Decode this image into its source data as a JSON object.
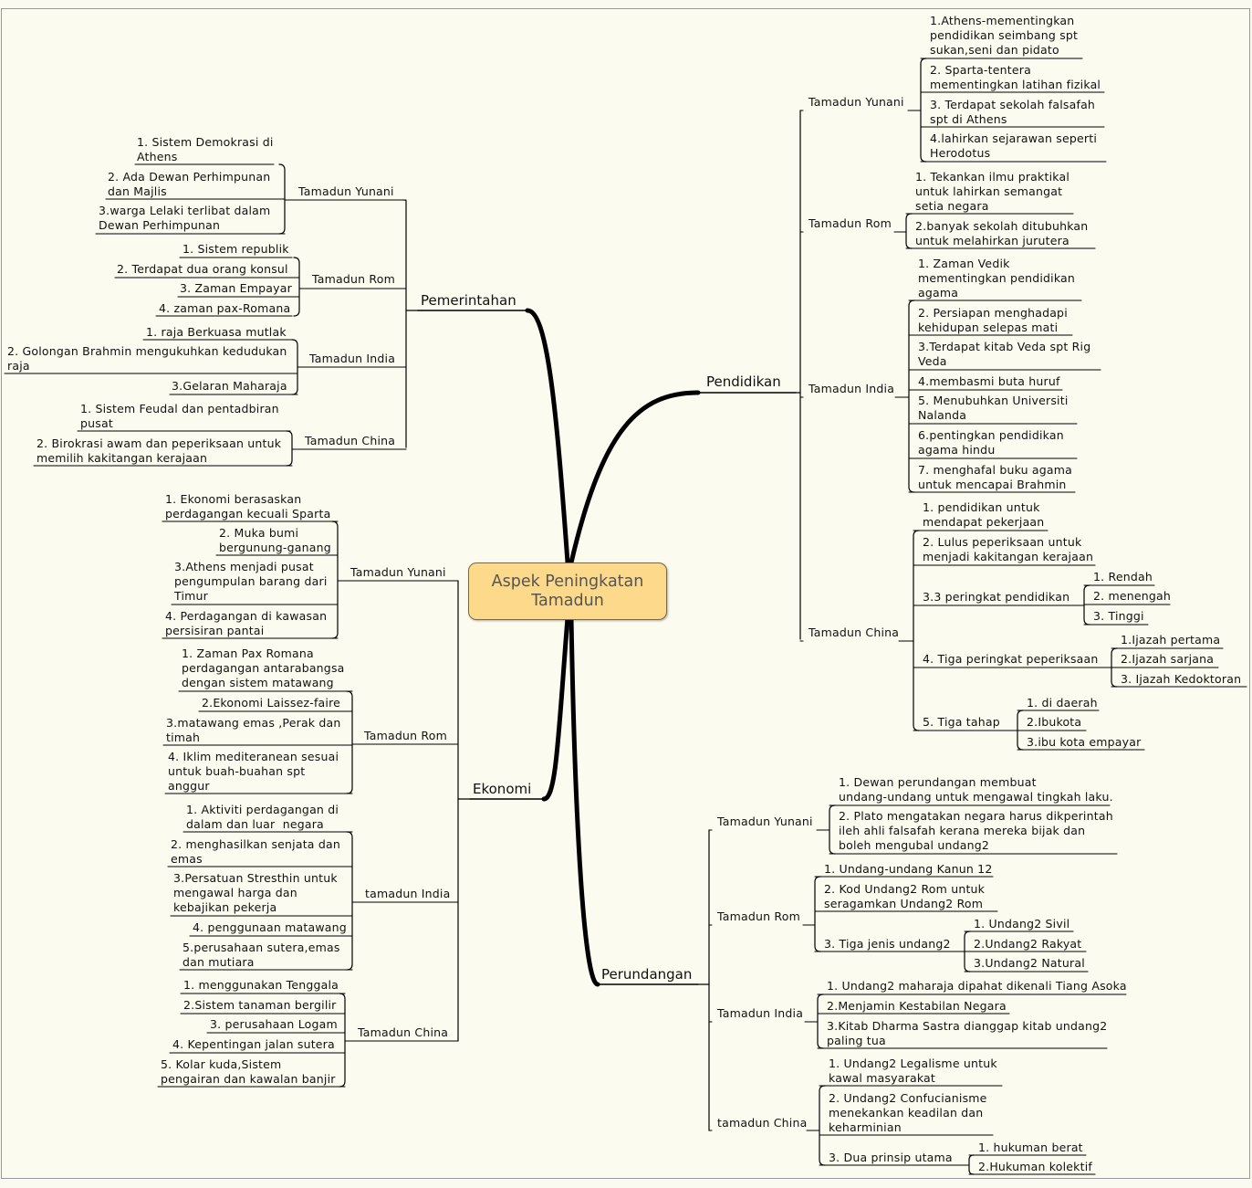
{
  "center": "Aspek Peningkatan\nTamadun",
  "branches": {
    "pemerintahan": "Pemerintahan",
    "ekonomi": "Ekonomi",
    "pendidikan": "Pendidikan",
    "perundangan": "Perundangan"
  },
  "pemerintahan": {
    "yunani": {
      "label": "Tamadun Yunani",
      "items": [
        "1. Sistem Demokrasi di\nAthens",
        "2. Ada Dewan Perhimpunan\ndan Majlis",
        "3.warga Lelaki terlibat dalam\nDewan Perhimpunan"
      ]
    },
    "rom": {
      "label": "Tamadun Rom",
      "items": [
        "1. Sistem republik",
        "2. Terdapat dua orang konsul",
        "3. Zaman Empayar",
        "4. zaman pax-Romana"
      ]
    },
    "india": {
      "label": "Tamadun India",
      "items": [
        "1. raja Berkuasa mutlak",
        "2. Golongan Brahmin mengukuhkan kedudukan\nraja",
        "3.Gelaran Maharaja"
      ]
    },
    "china": {
      "label": "Tamadun China",
      "items": [
        "1. Sistem Feudal dan pentadbiran\npusat",
        "2. Birokrasi awam dan peperiksaan untuk\nmemilih kakitangan kerajaan"
      ]
    }
  },
  "ekonomi": {
    "yunani": {
      "label": "Tamadun Yunani",
      "items": [
        "1. Ekonomi berasaskan\nperdagangan kecuali Sparta",
        "2. Muka bumi\nbergunung-ganang",
        "3.Athens menjadi pusat\npengumpulan barang dari\nTimur",
        "4. Perdagangan di kawasan\npersisiran pantai"
      ]
    },
    "rom": {
      "label": "Tamadun Rom",
      "items": [
        "1. Zaman Pax Romana\nperdagangan antarabangsa\ndengan sistem matawang",
        "2.Ekonomi Laissez-faire",
        "3.matawang emas ,Perak dan\ntimah",
        "4. Iklim mediteranean sesuai\nuntuk buah-buahan spt\nanggur"
      ]
    },
    "india": {
      "label": "tamadun India",
      "items": [
        "1. Aktiviti perdagangan di\ndalam dan luar  negara",
        "2. menghasilkan senjata dan\nemas",
        "3.Persatuan Stresthin untuk\nmengawal harga dan\nkebajikan pekerja",
        "4. penggunaan matawang",
        "5.perusahaan sutera,emas\ndan mutiara"
      ]
    },
    "china": {
      "label": "Tamadun China",
      "items": [
        "1. menggunakan Tenggala",
        "2.Sistem tanaman bergilir",
        "3. perusahaan Logam",
        "4. Kepentingan jalan sutera",
        "5. Kolar kuda,Sistem\npengairan dan kawalan banjir"
      ]
    }
  },
  "pendidikan": {
    "yunani": {
      "label": "Tamadun Yunani",
      "items": [
        "1.Athens-mementingkan\npendidikan seimbang spt\nsukan,seni dan pidato",
        "2. Sparta-tentera\nmementingkan latihan fizikal",
        "3. Terdapat sekolah falsafah\nspt di Athens",
        "4.lahirkan sejarawan seperti\nHerodotus"
      ]
    },
    "rom": {
      "label": "Tamadun Rom",
      "items": [
        "1. Tekankan ilmu praktikal\nuntuk lahirkan semangat\nsetia negara",
        "2.banyak sekolah ditubuhkan\nuntuk melahirkan jurutera"
      ]
    },
    "india": {
      "label": "Tamadun India",
      "items": [
        "1. Zaman Vedik\nmementingkan pendidikan\nagama",
        "2. Persiapan menghadapi\nkehidupan selepas mati",
        "3.Terdapat kitab Veda spt Rig\nVeda",
        "4.membasmi buta huruf",
        "5. Menubuhkan Universiti\nNalanda",
        "6.pentingkan pendidikan\nagama hindu",
        "7. menghafal buku agama\nuntuk mencapai Brahmin"
      ]
    },
    "china": {
      "label": "Tamadun China",
      "items": [
        "1. pendidikan untuk\nmendapat pekerjaan",
        "2. Lulus peperiksaan untuk\nmenjadi kakitangan kerajaan",
        "3.3 peringkat pendidikan",
        "4. Tiga peringkat peperiksaan",
        "5. Tiga tahap"
      ],
      "sub3": [
        "1. Rendah",
        "2. menengah",
        "3. Tinggi"
      ],
      "sub4": [
        "1.Ijazah pertama",
        "2.Ijazah sarjana",
        "3. Ijazah Kedoktoran"
      ],
      "sub5": [
        "1. di daerah",
        "2.Ibukota",
        "3.ibu kota empayar"
      ]
    }
  },
  "perundangan": {
    "yunani": {
      "label": "Tamadun Yunani",
      "items": [
        "1. Dewan perundangan membuat\nundang-undang untuk mengawal tingkah laku.",
        "2. Plato mengatakan negara harus dikperintah\nileh ahli falsafah kerana mereka bijak dan\nboleh mengubal undang2"
      ]
    },
    "rom": {
      "label": "Tamadun Rom",
      "items": [
        "1. Undang-undang Kanun 12",
        "2. Kod Undang2 Rom untuk\nseragamkan Undang2 Rom",
        "3. Tiga jenis undang2"
      ],
      "sub3": [
        "1. Undang2 Sivil",
        "2.Undang2 Rakyat",
        "3.Undang2 Natural"
      ]
    },
    "india": {
      "label": "Tamadun India",
      "items": [
        "1. Undang2 maharaja dipahat dikenali Tiang Asoka",
        "2.Menjamin Kestabilan Negara",
        "3.Kitab Dharma Sastra dianggap kitab undang2\npaling tua"
      ]
    },
    "china": {
      "label": "tamadun China",
      "items": [
        "1. Undang2 Legalisme untuk\nkawal masyarakat",
        "2. Undang2 Confucianisme\nmenekankan keadilan dan\nkeharminian",
        "3. Dua prinsip utama"
      ],
      "sub3": [
        "1. hukuman berat",
        "2.Hukuman kolektif"
      ]
    }
  }
}
